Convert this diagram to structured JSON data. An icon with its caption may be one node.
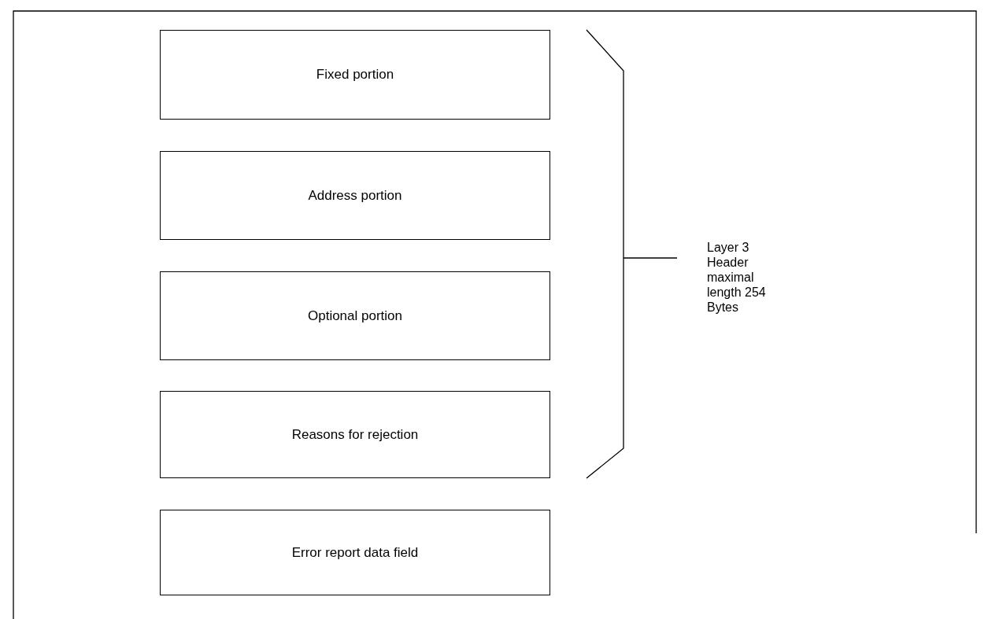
{
  "diagram": {
    "nodes": [
      {
        "text": [
          "Fixed portion"
        ]
      },
      {
        "text": [
          "Address portion"
        ]
      },
      {
        "text": [
          "Optional portion"
        ]
      },
      {
        "text": [
          "Reasons for rejection"
        ]
      },
      {
        "text": [
          "Error report data field"
        ]
      }
    ],
    "labels": [
      "Layer 3 Header maximal length 254 Bytes"
    ]
  }
}
